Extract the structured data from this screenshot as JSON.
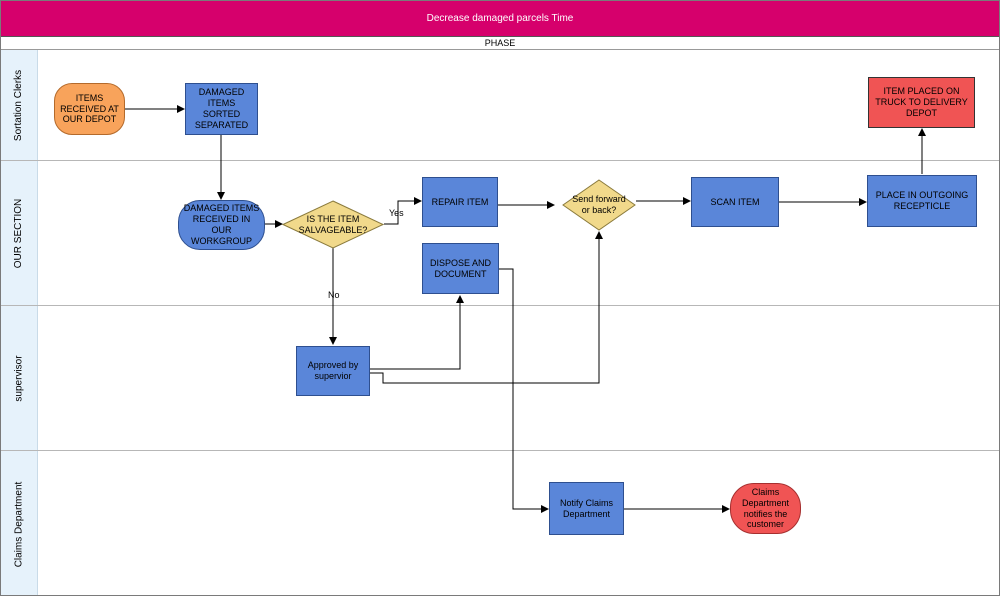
{
  "title": "Decrease damaged parcels Time",
  "phase": "PHASE",
  "lanes": {
    "sortation": "Sortation Clerks",
    "section": "OUR SECTION",
    "supervisor": "supervisor",
    "claims": "Claims Department"
  },
  "nodes": {
    "items_received": "ITEMS RECEIVED AT OUR DEPOT",
    "damaged_sorted": "DAMAGED ITEMS SORTED SEPARATED",
    "item_on_truck": "ITEM PLACED ON TRUCK TO DELIVERY DEPOT",
    "damaged_received": "DAMAGED ITEMS RECEIVED IN OUR WORKGROUP",
    "is_salvageable": "IS THE ITEM SALVAGEABLE?",
    "repair_item": "REPAIR ITEM",
    "send_forward": "Send forward or back?",
    "scan_item": "SCAN ITEM",
    "place_outgoing": "PLACE IN OUTGOING RECEPTICLE",
    "dispose_document": "DISPOSE AND DOCUMENT",
    "approved_supervisor": "Approved by supervior",
    "notify_claims": "Notify Claims Department",
    "claims_notifies": "Claims Department notifies the customer"
  },
  "edge_labels": {
    "yes": "Yes",
    "no": "No"
  },
  "colors": {
    "title_bar": "#d6006c",
    "process_blue": "#5a86d9",
    "start_orange": "#f8a35b",
    "end_red": "#f05454",
    "decision_yellow": "#f1d98b",
    "lane_header": "#e6f2fb"
  }
}
